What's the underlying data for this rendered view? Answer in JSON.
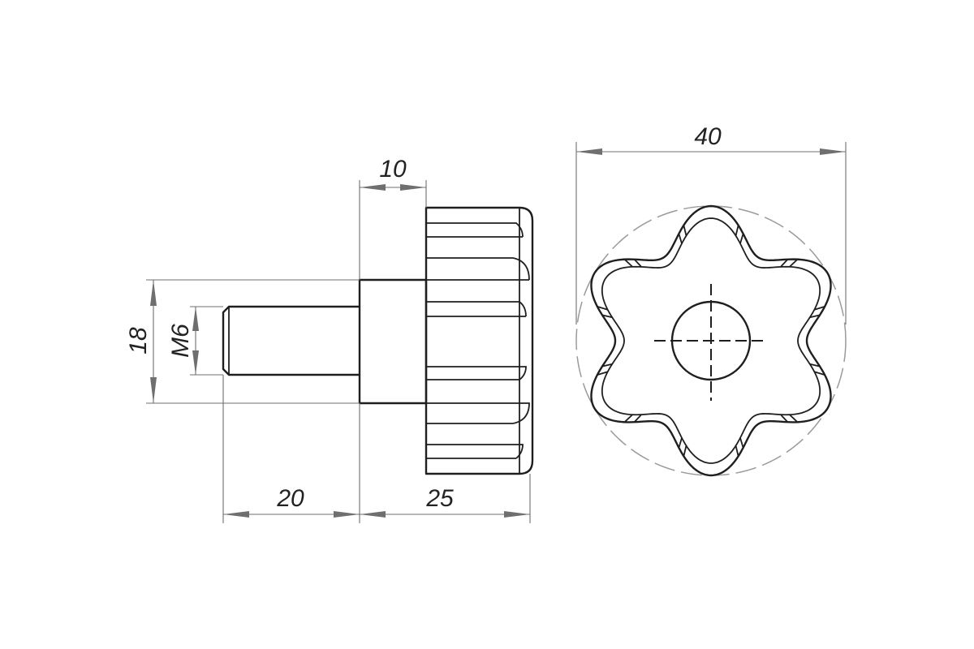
{
  "dimensions": {
    "head_diameter": "40",
    "hub_length": "10",
    "hub_diameter": "18",
    "thread": "M6",
    "thread_length": "20",
    "knob_length": "25"
  }
}
